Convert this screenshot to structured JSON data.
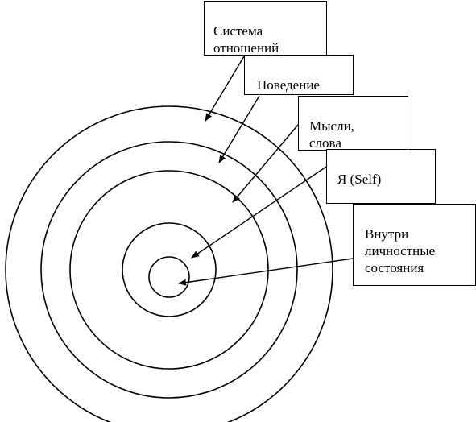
{
  "labels": {
    "system": "Система\nотношений",
    "behavior": "Поведение",
    "thoughts": "Мысли,\nслова",
    "self": "Я (Self)",
    "inner": "Внутри\nличностные\nсостояния"
  }
}
